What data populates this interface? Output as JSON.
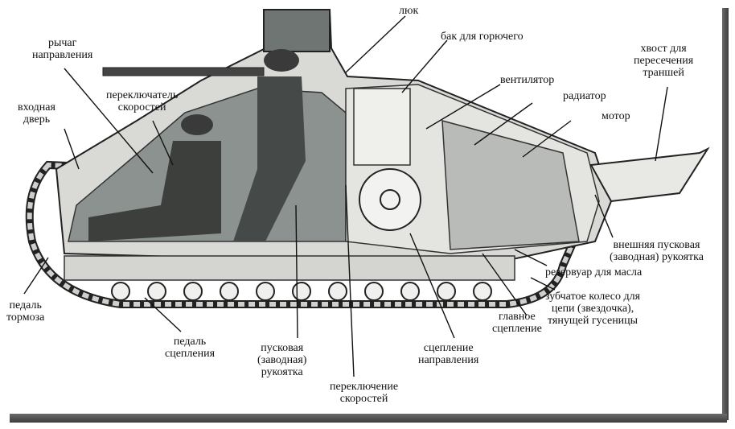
{
  "labels": {
    "hatch": "люк",
    "fuel_tank": "бак для горючего",
    "steering_lever": [
      "рычаг",
      "направления"
    ],
    "gear_shifter": [
      "переключатель",
      "скоростей"
    ],
    "fan": "вентилятор",
    "radiator": "радиатор",
    "trench_tail": [
      "хвост для",
      "пересечения",
      "траншей"
    ],
    "entry_door": [
      "входная",
      "дверь"
    ],
    "engine": "мотор",
    "external_crank": [
      "внешняя пусковая",
      "(заводная) рукоятка"
    ],
    "oil_tank": "резервуар для масла",
    "sprocket": [
      "зубчатое колесо для",
      "цепи (звездочка),",
      "тянущей гусеницы"
    ],
    "brake_pedal": [
      "педаль",
      "тормоза"
    ],
    "main_clutch": [
      "главное",
      "сцепление"
    ],
    "clutch_pedal": [
      "педаль",
      "сцепления"
    ],
    "steering_clutch": [
      "сцепление",
      "направления"
    ],
    "starting_crank": [
      "пусковая",
      "(заводная)",
      "рукоятка"
    ],
    "gear_change": [
      "переключение",
      "скоростей"
    ]
  },
  "colors": {
    "frame_shadow": "#4a4a4a",
    "hull": "#d9d9d6",
    "hull_dark": "#3a3a3a",
    "interior": "#8c9290",
    "track": "#cfcfcc"
  }
}
